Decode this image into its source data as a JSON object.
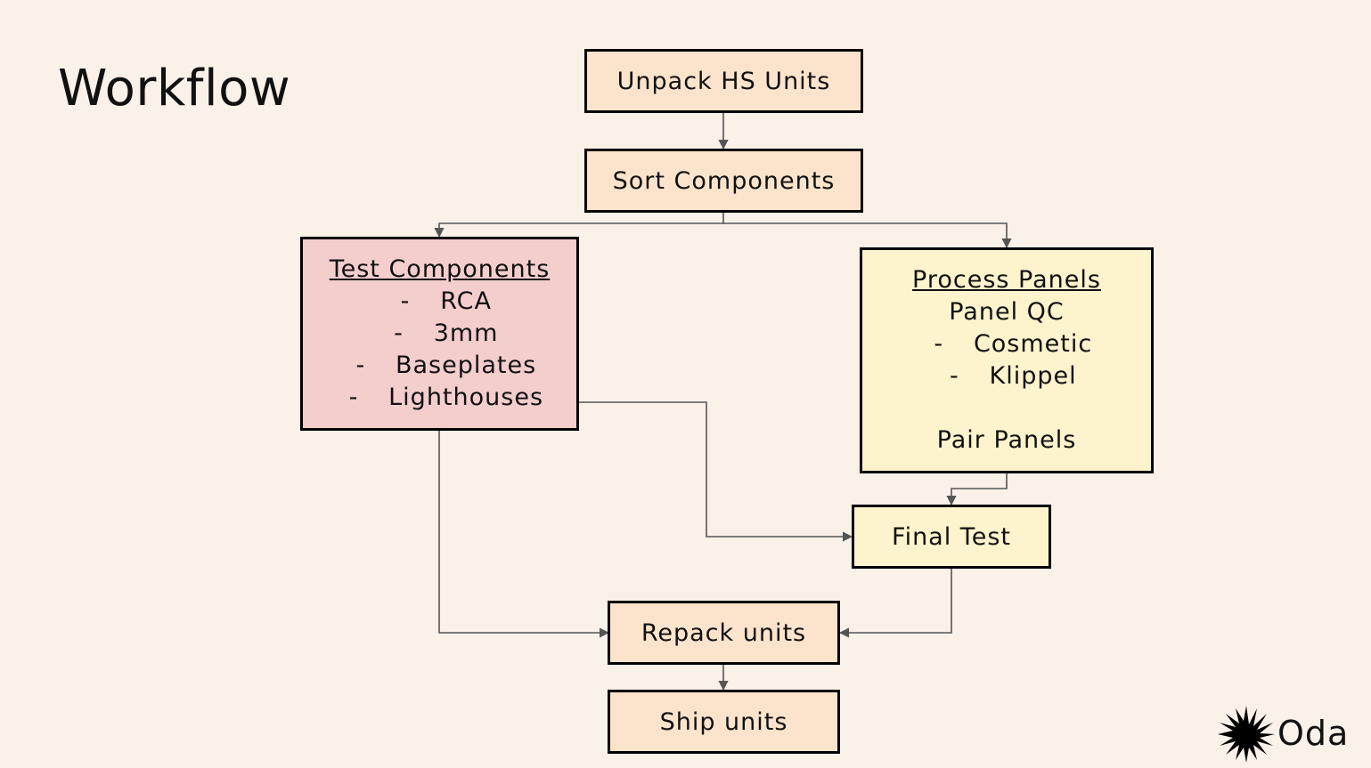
{
  "title": "Workflow",
  "nodes": {
    "unpack": "Unpack HS Units",
    "sort": "Sort Components",
    "test": {
      "heading": "Test Components",
      "bullet": "-",
      "items": [
        "RCA",
        "3mm",
        "Baseplates",
        "Lighthouses"
      ]
    },
    "process": {
      "heading": "Process Panels",
      "sub": "Panel QC",
      "bullet": "-",
      "items": [
        "Cosmetic",
        "Klippel"
      ],
      "footer": "Pair Panels"
    },
    "final_test": "Final Test",
    "repack": "Repack units",
    "ship": "Ship units"
  },
  "colors": {
    "background": "#faf1e8",
    "peach_fill": "#fce4cc",
    "pink_fill": "#f4cdcd",
    "yellow_fill": "#fdf3cc",
    "border": "#000000",
    "connector": "#555555"
  },
  "logo": {
    "text": "Oda",
    "icon": "starburst-icon"
  }
}
